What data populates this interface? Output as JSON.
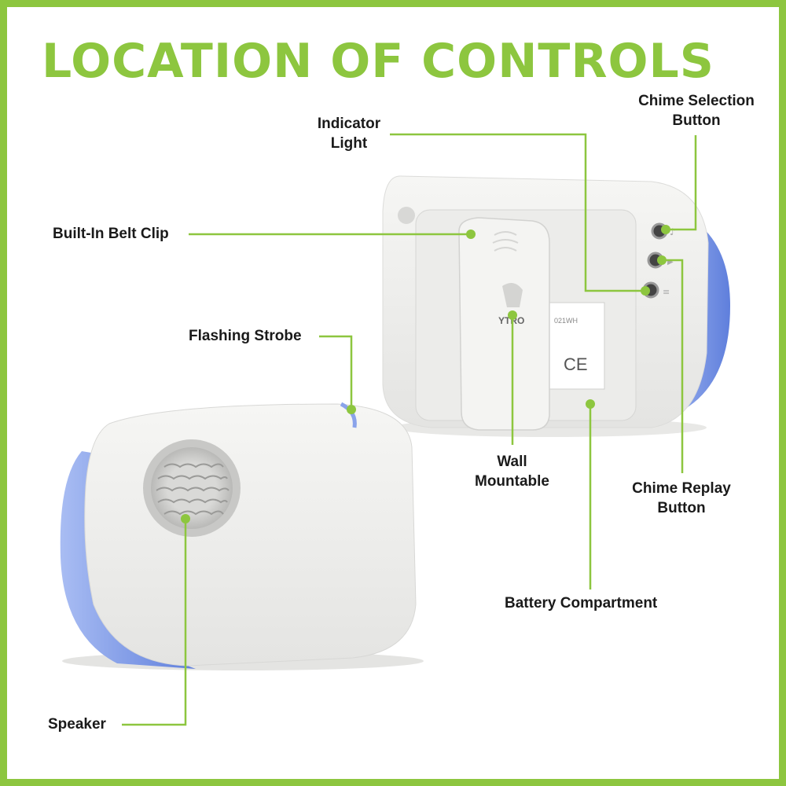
{
  "title": "LOCATION OF CONTROLS",
  "colors": {
    "accent": "#8dc63f",
    "device_body": "#f2f2f0",
    "device_glow": "#7f9be8",
    "text": "#1a1a1a"
  },
  "callouts": {
    "indicator_light": {
      "line1": "Indicator",
      "line2": "Light"
    },
    "chime_selection": {
      "line1": "Chime Selection",
      "line2": "Button"
    },
    "belt_clip": "Built-In Belt Clip",
    "flashing_strobe": "Flashing Strobe",
    "wall_mountable": {
      "line1": "Wall",
      "line2": "Mountable"
    },
    "chime_replay": {
      "line1": "Chime Replay",
      "line2": "Button"
    },
    "battery_compartment": "Battery Compartment",
    "speaker": "Speaker"
  },
  "device_markings": {
    "logo": "YTRO",
    "model": "021WH",
    "ce_mark": "CE"
  },
  "icons": [
    "music-note-icon",
    "play-icon",
    "volume-icon"
  ]
}
